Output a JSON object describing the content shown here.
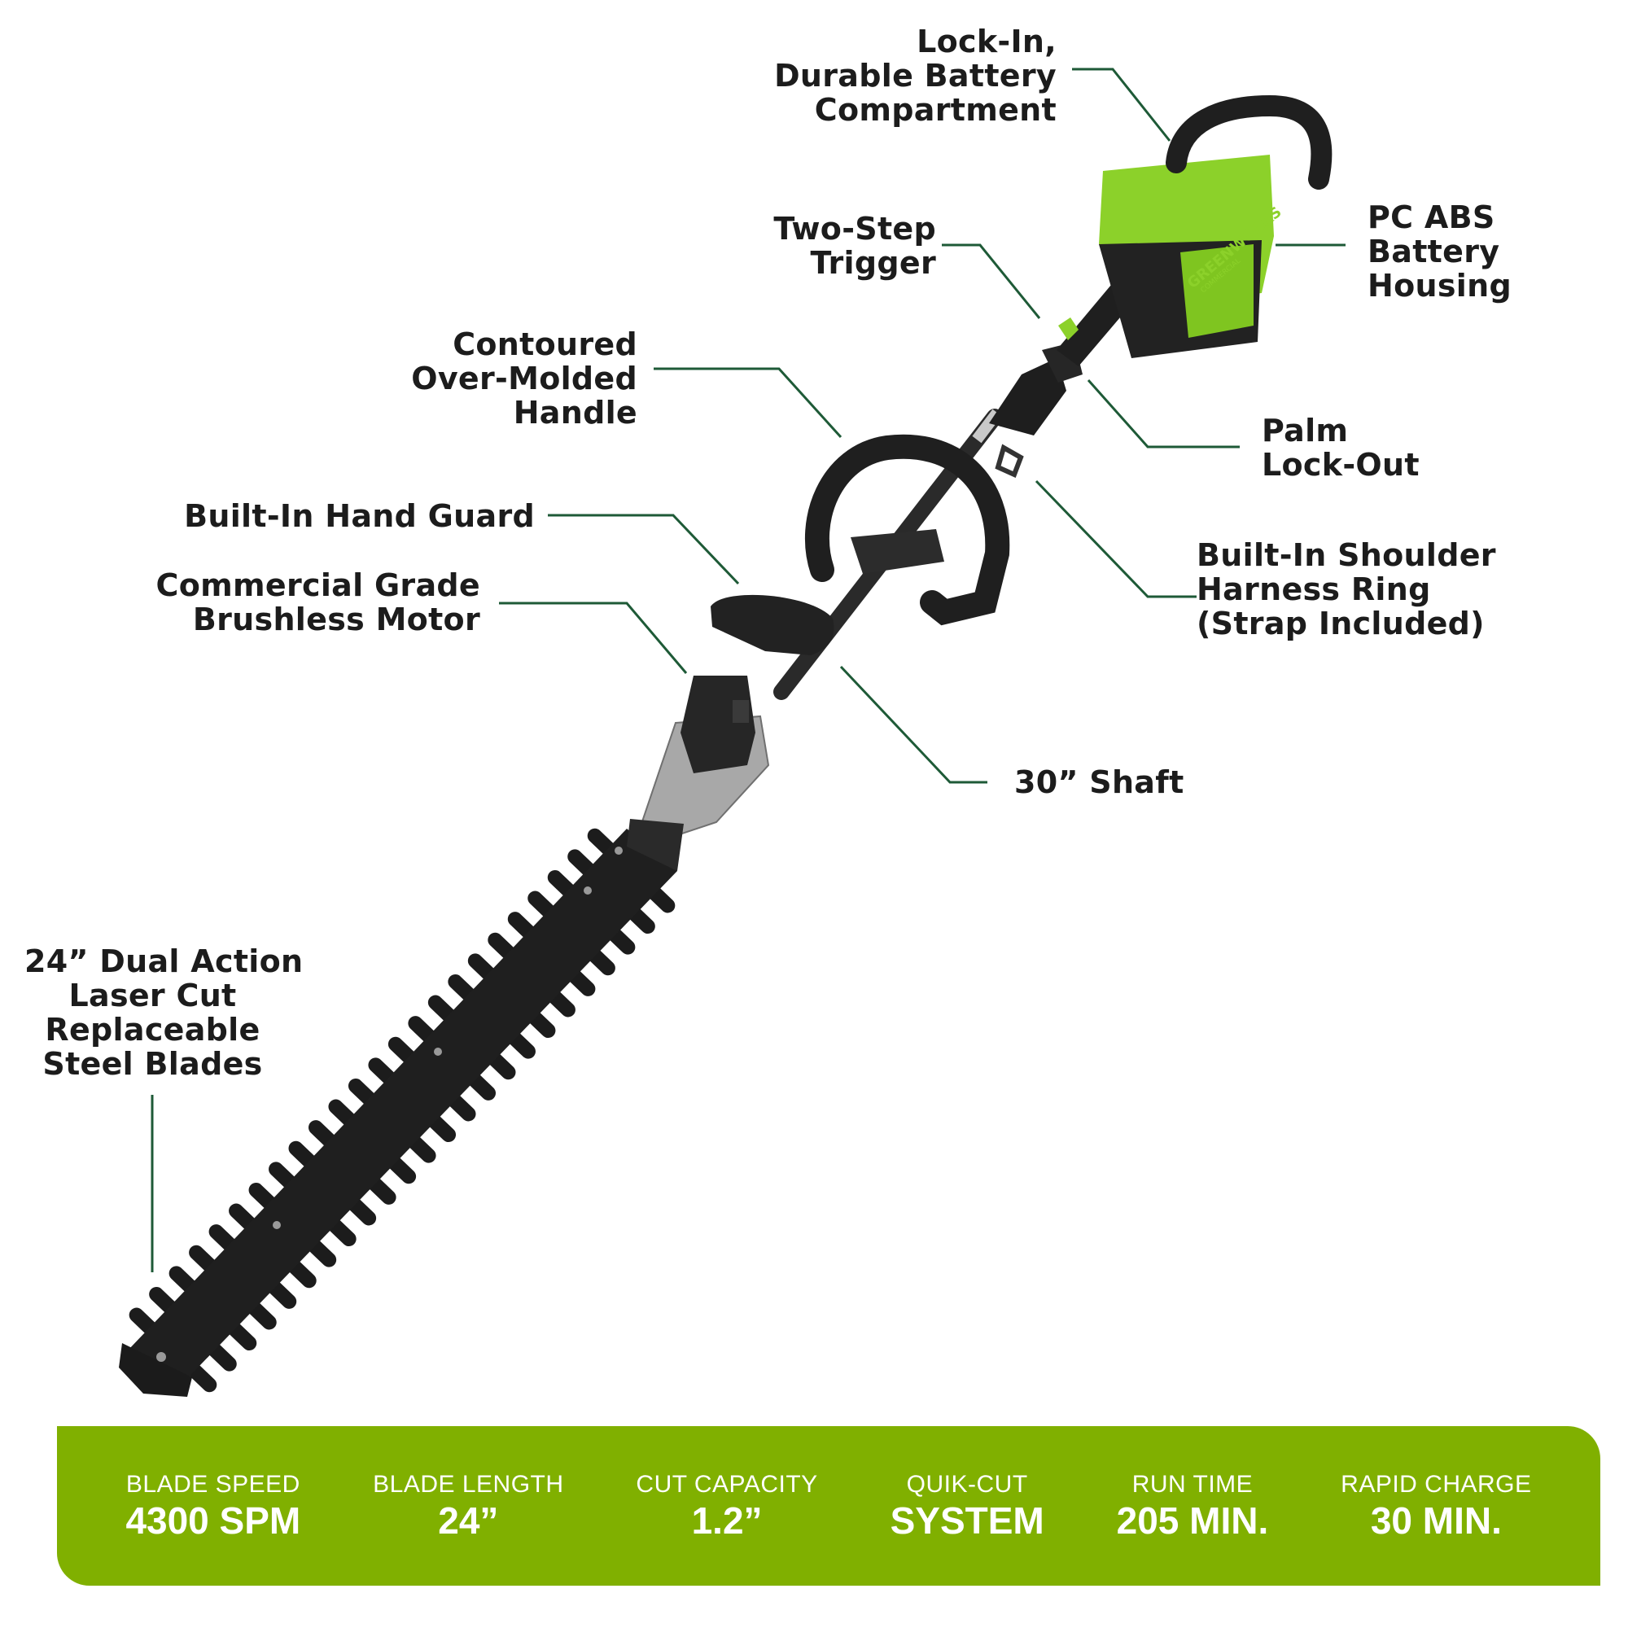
{
  "colors": {
    "leader_line": "#1e5a37",
    "accent_green": "#8cd12a",
    "spec_bar": "#80b000",
    "tool_black": "#232323",
    "metal": "#a7a7a7"
  },
  "callouts": {
    "battery_compartment": [
      "Lock-In,",
      "Durable Battery",
      "Compartment"
    ],
    "battery_housing": [
      "PC ABS",
      "Battery",
      "Housing"
    ],
    "trigger": [
      "Two-Step",
      "Trigger"
    ],
    "handle": [
      "Contoured",
      "Over-Molded",
      "Handle"
    ],
    "palm_lockout": [
      "Palm",
      "Lock-Out"
    ],
    "hand_guard": [
      "Built-In Hand Guard"
    ],
    "harness_ring": [
      "Built-In Shoulder",
      "Harness Ring",
      "(Strap Included)"
    ],
    "motor": [
      "Commercial Grade",
      "Brushless Motor"
    ],
    "shaft": [
      "30” Shaft"
    ],
    "blades": [
      "24” Dual Action",
      "Laser Cut",
      "Replaceable",
      "Steel Blades"
    ]
  },
  "product": {
    "brand_text": "GREENWORKS",
    "brand_sub": "COMMERCIAL"
  },
  "specs": [
    {
      "title": "BLADE SPEED",
      "value": "4300 SPM"
    },
    {
      "title": "BLADE LENGTH",
      "value": "24”"
    },
    {
      "title": "CUT CAPACITY",
      "value": "1.2”"
    },
    {
      "title": "QUIK-CUT",
      "value": "SYSTEM"
    },
    {
      "title": "RUN TIME",
      "value": "205 MIN."
    },
    {
      "title": "RAPID CHARGE",
      "value": "30 MIN."
    }
  ]
}
